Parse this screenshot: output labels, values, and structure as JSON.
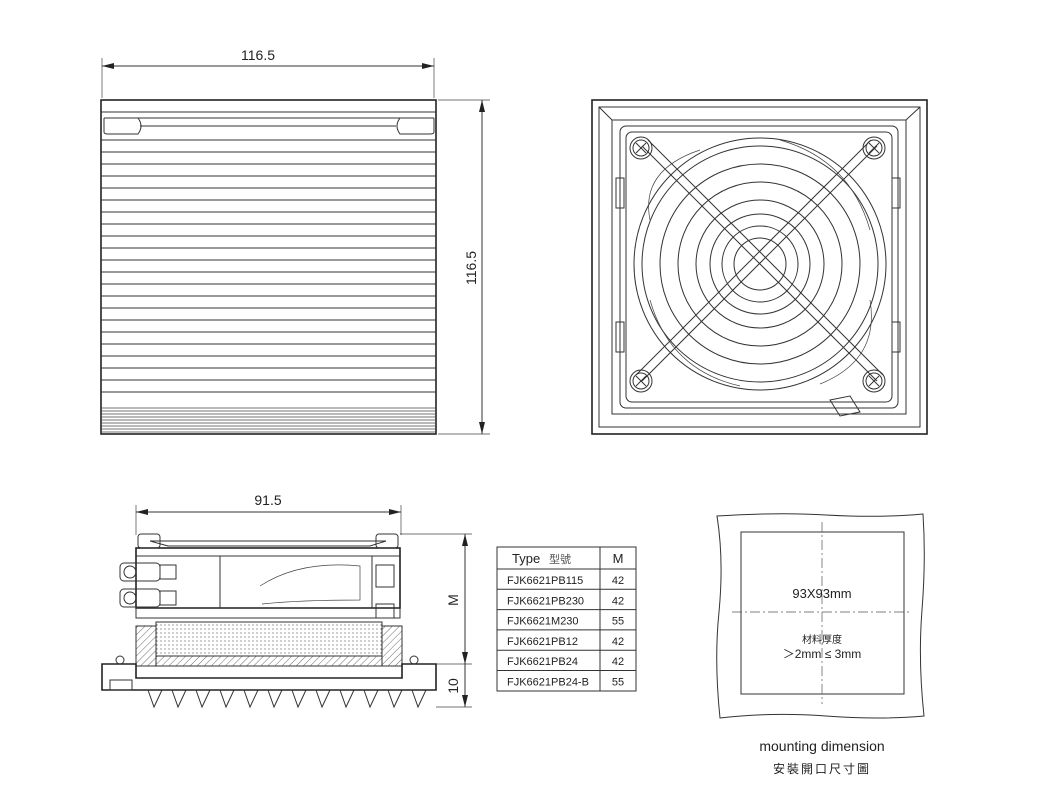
{
  "front_view": {
    "width_dim": "116.5",
    "height_dim": "116.5"
  },
  "side_view": {
    "width_dim": "91.5",
    "m_dim": "M",
    "base_dim": "10"
  },
  "table": {
    "header_type": "Type",
    "header_type_cn": "型號",
    "header_m": "M",
    "rows": [
      {
        "type": "FJK6621PB115",
        "m": "42"
      },
      {
        "type": "FJK6621PB230",
        "m": "42"
      },
      {
        "type": "FJK6621M230",
        "m": "55"
      },
      {
        "type": "FJK6621PB12",
        "m": "42"
      },
      {
        "type": "FJK6621PB24",
        "m": "42"
      },
      {
        "type": "FJK6621PB24-B",
        "m": "55"
      }
    ]
  },
  "mounting": {
    "cutout_size": "93X93mm",
    "thickness_label": "材料厚度",
    "thickness_range": "＞2mm ≤ 3mm",
    "title_en": "mounting dimension",
    "title_cn": "安裝開口尺寸圖"
  }
}
